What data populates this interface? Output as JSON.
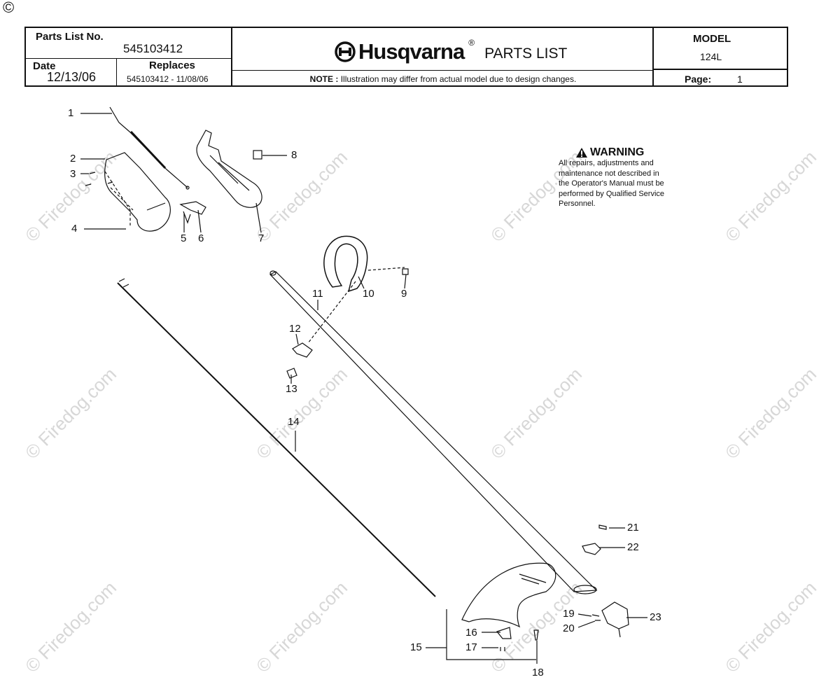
{
  "copyright_symbol": "©",
  "watermark": "© Firedog.com",
  "header": {
    "parts_list_no_label": "Parts List No.",
    "parts_list_no": "545103412",
    "date_label": "Date",
    "date": "12/13/06",
    "replaces_label": "Replaces",
    "replaces": "545103412 - 11/08/06",
    "brand": "Husqvarna",
    "registered": "®",
    "doc_type": "PARTS LIST",
    "note_label": "NOTE :",
    "note_text": "Illustration may differ from actual model due to design changes.",
    "model_label": "MODEL",
    "model": "124L",
    "page_label": "Page:",
    "page": "1"
  },
  "warning": {
    "title": "WARNING",
    "lines": [
      "All repairs, adjustments and",
      "maintenance not described in",
      "the Operator's Manual must be",
      "performed by Qualified Service",
      "Personnel."
    ]
  },
  "callouts": [
    "1",
    "2",
    "3",
    "4",
    "5",
    "6",
    "7",
    "8",
    "9",
    "10",
    "11",
    "12",
    "13",
    "14",
    "15",
    "16",
    "17",
    "18",
    "19",
    "20",
    "21",
    "22",
    "23"
  ]
}
